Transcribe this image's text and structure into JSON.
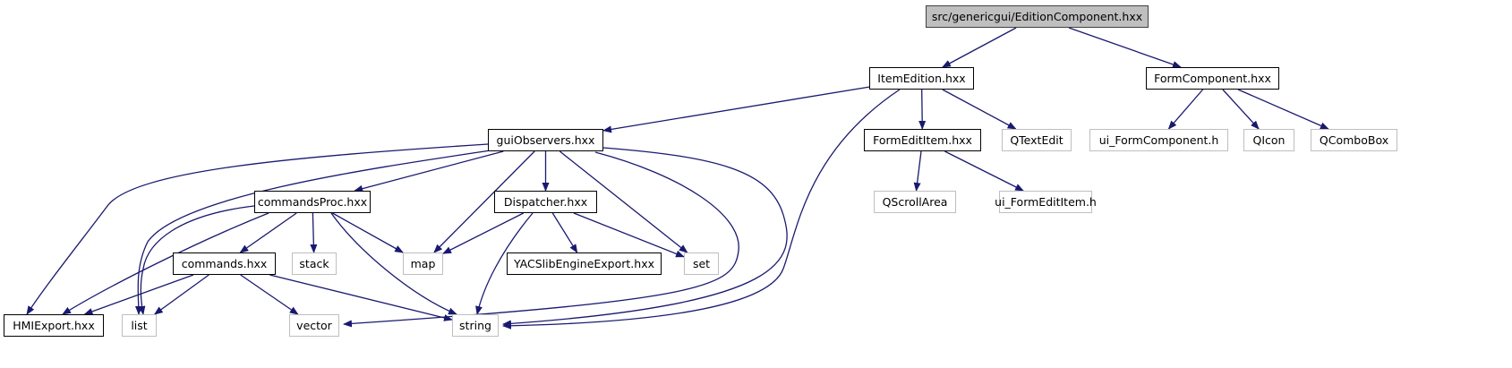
{
  "title": "src/genericgui/EditionComponent.hxx include dependency graph",
  "colors": {
    "edge": "#191970",
    "root_fill": "#bfbfbf",
    "doc_border": "#000000",
    "ext_border": "#bfbfbf"
  },
  "nodes": [
    {
      "id": "root",
      "label": "src/genericgui/EditionComponent.hxx",
      "kind": "root"
    },
    {
      "id": "itemedition",
      "label": "ItemEdition.hxx",
      "kind": "doc"
    },
    {
      "id": "formcomponent",
      "label": "FormComponent.hxx",
      "kind": "doc"
    },
    {
      "id": "guiobservers",
      "label": "guiObservers.hxx",
      "kind": "doc"
    },
    {
      "id": "formedititem",
      "label": "FormEditItem.hxx",
      "kind": "doc"
    },
    {
      "id": "qtextedit",
      "label": "QTextEdit",
      "kind": "ext"
    },
    {
      "id": "ui_formcomponent",
      "label": "ui_FormComponent.h",
      "kind": "ext"
    },
    {
      "id": "qicon",
      "label": "QIcon",
      "kind": "ext"
    },
    {
      "id": "qcombobox",
      "label": "QComboBox",
      "kind": "ext"
    },
    {
      "id": "commandsproc",
      "label": "commandsProc.hxx",
      "kind": "doc"
    },
    {
      "id": "dispatcher",
      "label": "Dispatcher.hxx",
      "kind": "doc"
    },
    {
      "id": "qscrollarea",
      "label": "QScrollArea",
      "kind": "ext"
    },
    {
      "id": "ui_formedititem",
      "label": "ui_FormEditItem.h",
      "kind": "ext"
    },
    {
      "id": "commands",
      "label": "commands.hxx",
      "kind": "doc"
    },
    {
      "id": "stack",
      "label": "stack",
      "kind": "ext"
    },
    {
      "id": "map",
      "label": "map",
      "kind": "ext"
    },
    {
      "id": "yacslib",
      "label": "YACSlibEngineExport.hxx",
      "kind": "doc"
    },
    {
      "id": "set",
      "label": "set",
      "kind": "ext"
    },
    {
      "id": "hmiexport",
      "label": "HMIExport.hxx",
      "kind": "doc"
    },
    {
      "id": "list",
      "label": "list",
      "kind": "ext"
    },
    {
      "id": "vector",
      "label": "vector",
      "kind": "ext"
    },
    {
      "id": "string",
      "label": "string",
      "kind": "ext"
    }
  ],
  "edges": [
    [
      "root",
      "itemedition"
    ],
    [
      "root",
      "formcomponent"
    ],
    [
      "itemedition",
      "guiobservers"
    ],
    [
      "itemedition",
      "string"
    ],
    [
      "itemedition",
      "formedititem"
    ],
    [
      "itemedition",
      "qtextedit"
    ],
    [
      "formcomponent",
      "ui_formcomponent"
    ],
    [
      "formcomponent",
      "qicon"
    ],
    [
      "formcomponent",
      "qcombobox"
    ],
    [
      "guiobservers",
      "hmiexport"
    ],
    [
      "guiobservers",
      "list"
    ],
    [
      "guiobservers",
      "commandsproc"
    ],
    [
      "guiobservers",
      "map"
    ],
    [
      "guiobservers",
      "dispatcher"
    ],
    [
      "guiobservers",
      "set"
    ],
    [
      "guiobservers",
      "vector"
    ],
    [
      "guiobservers",
      "string"
    ],
    [
      "formedititem",
      "qscrollarea"
    ],
    [
      "formedititem",
      "ui_formedititem"
    ],
    [
      "commandsproc",
      "hmiexport"
    ],
    [
      "commandsproc",
      "list"
    ],
    [
      "commandsproc",
      "commands"
    ],
    [
      "commandsproc",
      "stack"
    ],
    [
      "commandsproc",
      "map"
    ],
    [
      "commandsproc",
      "string"
    ],
    [
      "dispatcher",
      "map"
    ],
    [
      "dispatcher",
      "string"
    ],
    [
      "dispatcher",
      "yacslib"
    ],
    [
      "dispatcher",
      "set"
    ],
    [
      "commands",
      "hmiexport"
    ],
    [
      "commands",
      "list"
    ],
    [
      "commands",
      "vector"
    ],
    [
      "commands",
      "string"
    ]
  ]
}
